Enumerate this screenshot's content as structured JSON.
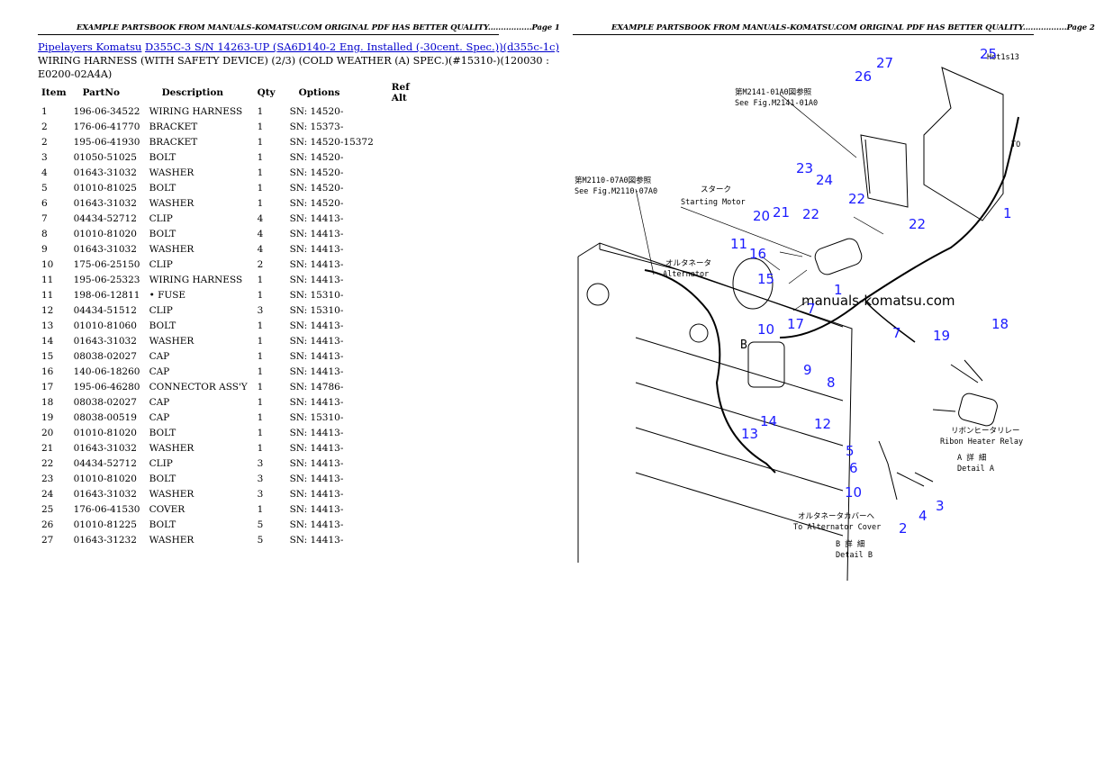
{
  "header": {
    "left": "EXAMPLE PARTSBOOK FROM MANUALS-KOMATSU.COM ORIGINAL PDF HAS BETTER QUALITY.................Page 1",
    "right": "EXAMPLE PARTSBOOK FROM MANUALS-KOMATSU.COM ORIGINAL PDF HAS BETTER QUALITY.................Page 2"
  },
  "breadcrumb": {
    "link1": "Pipelayers Komatsu",
    "link2": "D355C-3 S/N 14263-UP (SA6D140-2 Eng. Installed (-30cent. Spec.))(d355c-1c)"
  },
  "title": {
    "line1": "WIRING HARNESS (WITH SAFETY DEVICE) (2/3) (COLD WEATHER (A) SPEC.)(#15310-)(120030 :",
    "line2": "E0200-02A4A)"
  },
  "table": {
    "headers": [
      "Item",
      "PartNo",
      "Description",
      "Qty",
      "Options",
      "Ref Alt"
    ],
    "rows": [
      [
        "1",
        "196-06-34522",
        "WIRING HARNESS",
        "1",
        "SN: 14520-",
        ""
      ],
      [
        "2",
        "176-06-41770",
        "BRACKET",
        "1",
        "SN: 15373-",
        ""
      ],
      [
        "2",
        "195-06-41930",
        "BRACKET",
        "1",
        "SN: 14520-15372",
        ""
      ],
      [
        "3",
        "01050-51025",
        "BOLT",
        "1",
        "SN: 14520-",
        ""
      ],
      [
        "4",
        "01643-31032",
        "WASHER",
        "1",
        "SN: 14520-",
        ""
      ],
      [
        "5",
        "01010-81025",
        "BOLT",
        "1",
        "SN: 14520-",
        ""
      ],
      [
        "6",
        "01643-31032",
        "WASHER",
        "1",
        "SN: 14520-",
        ""
      ],
      [
        "7",
        "04434-52712",
        "CLIP",
        "4",
        "SN: 14413-",
        ""
      ],
      [
        "8",
        "01010-81020",
        "BOLT",
        "4",
        "SN: 14413-",
        ""
      ],
      [
        "9",
        "01643-31032",
        "WASHER",
        "4",
        "SN: 14413-",
        ""
      ],
      [
        "10",
        "175-06-25150",
        "CLIP",
        "2",
        "SN: 14413-",
        ""
      ],
      [
        "11",
        "195-06-25323",
        "WIRING HARNESS",
        "1",
        "SN: 14413-",
        ""
      ],
      [
        "11",
        "198-06-12811",
        "• FUSE",
        "1",
        "SN: 15310-",
        ""
      ],
      [
        "12",
        "04434-51512",
        "CLIP",
        "3",
        "SN: 15310-",
        ""
      ],
      [
        "13",
        "01010-81060",
        "BOLT",
        "1",
        "SN: 14413-",
        ""
      ],
      [
        "14",
        "01643-31032",
        "WASHER",
        "1",
        "SN: 14413-",
        ""
      ],
      [
        "15",
        "08038-02027",
        "CAP",
        "1",
        "SN: 14413-",
        ""
      ],
      [
        "16",
        "140-06-18260",
        "CAP",
        "1",
        "SN: 14413-",
        ""
      ],
      [
        "17",
        "195-06-46280",
        "CONNECTOR ASS'Y",
        "1",
        "SN: 14786-",
        ""
      ],
      [
        "18",
        "08038-02027",
        "CAP",
        "1",
        "SN: 14413-",
        ""
      ],
      [
        "19",
        "08038-00519",
        "CAP",
        "1",
        "SN: 15310-",
        ""
      ],
      [
        "20",
        "01010-81020",
        "BOLT",
        "1",
        "SN: 14413-",
        ""
      ],
      [
        "21",
        "01643-31032",
        "WASHER",
        "1",
        "SN: 14413-",
        ""
      ],
      [
        "22",
        "04434-52712",
        "CLIP",
        "3",
        "SN: 14413-",
        ""
      ],
      [
        "23",
        "01010-81020",
        "BOLT",
        "3",
        "SN: 14413-",
        ""
      ],
      [
        "24",
        "01643-31032",
        "WASHER",
        "3",
        "SN: 14413-",
        ""
      ],
      [
        "25",
        "176-06-41530",
        "COVER",
        "1",
        "SN: 14413-",
        ""
      ],
      [
        "26",
        "01010-81225",
        "BOLT",
        "5",
        "SN: 14413-",
        ""
      ],
      [
        "27",
        "01643-31232",
        "WASHER",
        "5",
        "SN: 14413-",
        ""
      ]
    ]
  },
  "diagram": {
    "watermark": "manuals-komatsu.com",
    "labels": {
      "ref1a": "第M2141-01A0図参照",
      "ref1b": "See Fig.M2141-01A0",
      "ref2a": "第M2110-07A0図参照",
      "ref2b": "See Fig.M2110-07A0",
      "starter_jp": "スターク",
      "starter_en": "Starting Motor",
      "alt_jp": "オルタネータ",
      "alt_en": "Alternator",
      "relay_jp": "リボンヒータリレー",
      "relay_en": "Ribon Heater Relay",
      "detailA_jp": "A 詳 細",
      "detailA_en": "Detail A",
      "altcover_jp": "オルタネータカバーへ",
      "altcover_en": "To Alternator Cover",
      "detailB_jp": "B 詳 細",
      "detailB_en": "Detail B",
      "hot": "Hot1s13",
      "to": "TO",
      "letterB": "B"
    },
    "callouts": [
      "1",
      "1",
      "2",
      "3",
      "4",
      "5",
      "6",
      "7",
      "7",
      "8",
      "9",
      "10",
      "10",
      "11",
      "12",
      "13",
      "14",
      "15",
      "16",
      "17",
      "18",
      "19",
      "20",
      "21",
      "22",
      "22",
      "22",
      "23",
      "24",
      "25",
      "26",
      "27"
    ]
  }
}
